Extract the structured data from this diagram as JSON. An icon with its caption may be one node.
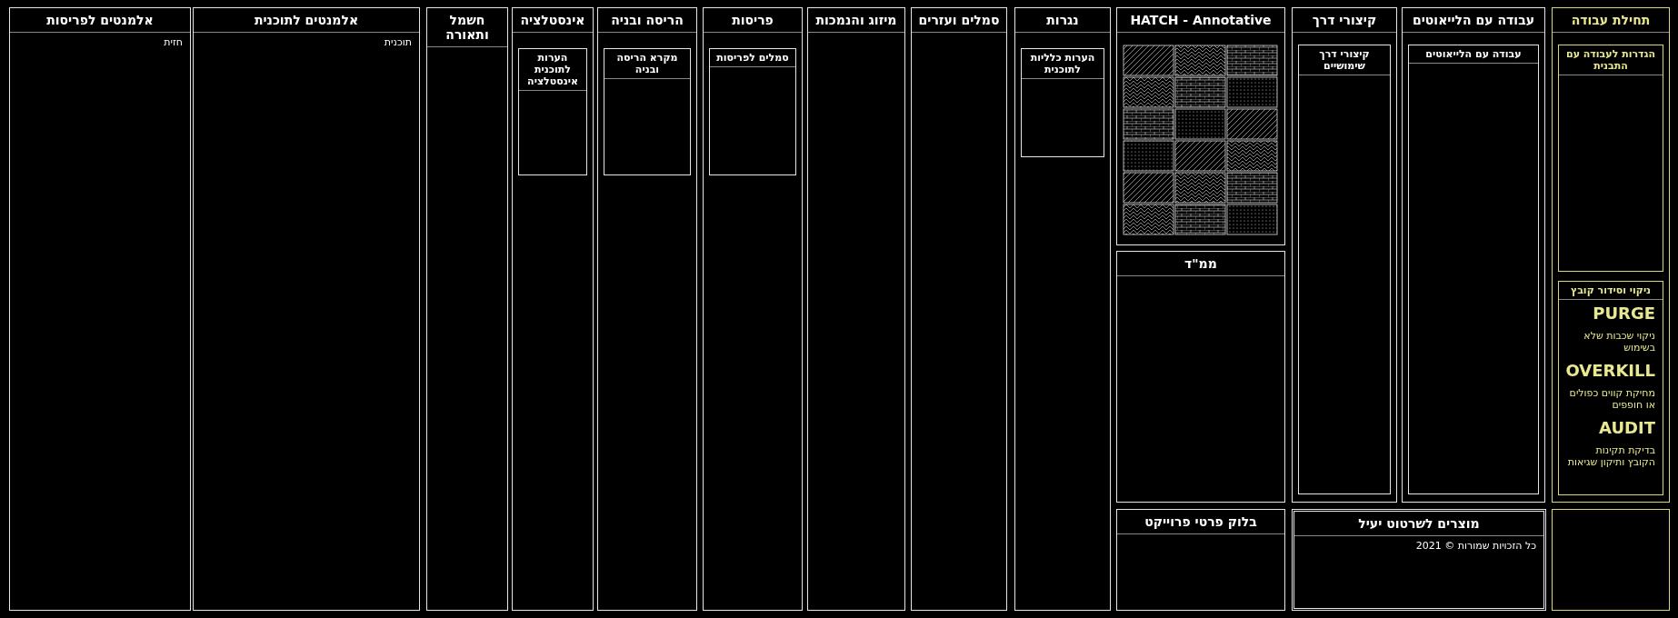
{
  "diagram": {
    "nodes": [
      {
        "text": [
          "תחילת עבודה"
        ]
      },
      {
        "text": [
          "הגדרות לעבודה עם התבנית"
        ],
        "in": 0
      },
      {
        "text": [
          "ניקוי וסידור קובץ",
          "PURGE",
          "ניקוי שכבות שלא בשימוש",
          "OVERKILL",
          "מחיקת קווים כפולים או חופפים",
          "AUDIT",
          "בדיקת תקינות הקובץ ותיקון שגיאות"
        ],
        "in": 0
      },
      {
        "text": [
          "עבודה עם הלייאוטים"
        ]
      },
      {
        "text": [
          "עבודה עם הלייאוטים"
        ],
        "in": 3
      },
      {
        "text": [
          "קיצורי דרך"
        ]
      },
      {
        "text": [
          "קיצורי דרך שימושיים"
        ],
        "in": 5
      },
      {
        "text": [
          "HATCH - Annotative"
        ]
      },
      {
        "text": [
          "ממ\"ד"
        ]
      },
      {
        "text": [
          "נגרות"
        ]
      },
      {
        "text": [
          "הערות כלליות לתוכנית"
        ],
        "in": 9
      },
      {
        "text": [
          "סמלים ועזרים"
        ]
      },
      {
        "text": [
          "מיזוג והנמכות"
        ]
      },
      {
        "text": [
          "פריסות"
        ]
      },
      {
        "text": [
          "סמלים לפריסות"
        ],
        "in": 13
      },
      {
        "text": [
          "הריסה ובניה"
        ]
      },
      {
        "text": [
          "מקרא הריסה ובניה"
        ],
        "in": 15
      },
      {
        "text": [
          "אינסטלציה"
        ]
      },
      {
        "text": [
          "הערות לתוכנית אינסטלציה"
        ],
        "in": 17
      },
      {
        "text": [
          "חשמל ותאורה"
        ]
      },
      {
        "text": [
          "אלמנטים לפריסות",
          "חזית"
        ]
      },
      {
        "text": [
          "אלמנטים לתוכנית",
          "תוכנית"
        ]
      },
      {
        "text": [
          "בלוק פרטי פרוייקט"
        ]
      },
      {
        "text": [
          "מוצרים לשרטוט יעיל",
          "כל הזכויות שמורות © 2021"
        ]
      },
      {
        "text": [],
        "shape": "box"
      }
    ]
  }
}
